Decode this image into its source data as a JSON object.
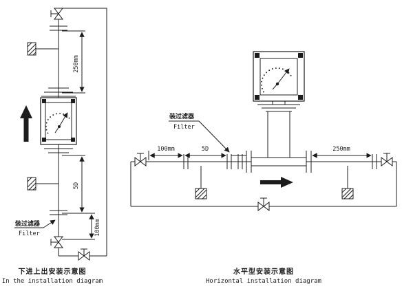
{
  "page": {
    "background": "#ffffff",
    "ink": "#1c1c1c"
  },
  "vertical_diagram": {
    "dim_250mm": "250mm",
    "dim_5d": "5D",
    "dim_100mm": "100mm",
    "filter_cn": "装过滤器",
    "filter_en": "Filter",
    "caption_cn": "下进上出安装示意图",
    "caption_en": "In the installation diagram"
  },
  "horizontal_diagram": {
    "dim_100mm": "100mm",
    "dim_5d": "5D",
    "dim_250mm": "250mm",
    "filter_cn": "装过滤器",
    "filter_en": "Filter",
    "caption_cn": "水平型安装示意图",
    "caption_en": "Horizontal installation diagram"
  }
}
